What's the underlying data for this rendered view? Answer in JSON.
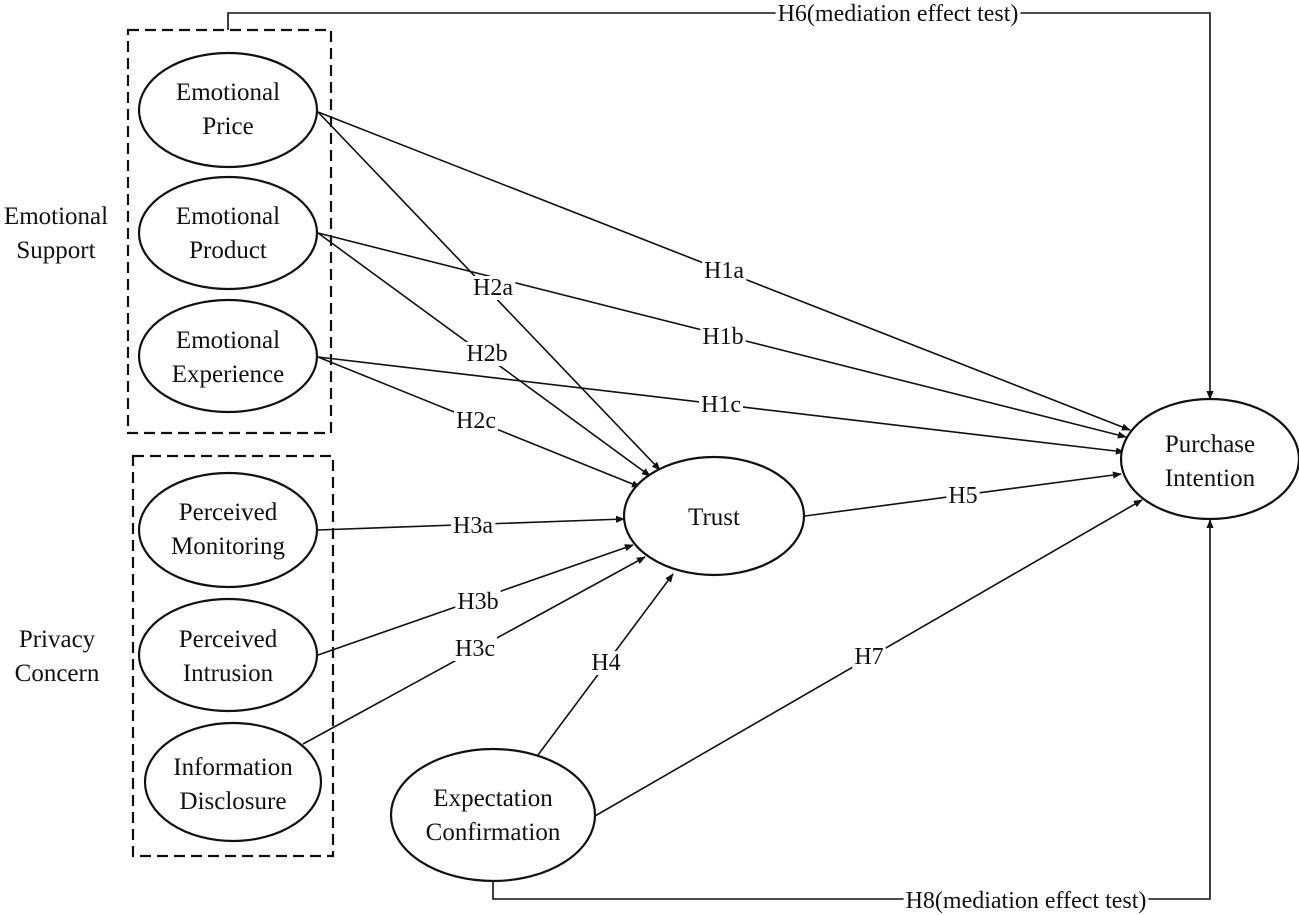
{
  "groups": {
    "emotional_support": {
      "line1": "Emotional",
      "line2": "Support"
    },
    "privacy_concern": {
      "line1": "Privacy",
      "line2": "Concern"
    }
  },
  "nodes": {
    "emotional_price": {
      "line1": "Emotional",
      "line2": "Price"
    },
    "emotional_product": {
      "line1": "Emotional",
      "line2": "Product"
    },
    "emotional_experience": {
      "line1": "Emotional",
      "line2": "Experience"
    },
    "perceived_monitoring": {
      "line1": "Perceived",
      "line2": "Monitoring"
    },
    "perceived_intrusion": {
      "line1": "Perceived",
      "line2": "Intrusion"
    },
    "information_disclosure": {
      "line1": "Information",
      "line2": "Disclosure"
    },
    "trust": {
      "line1": "Trust"
    },
    "purchase_intention": {
      "line1": "Purchase",
      "line2": "Intention"
    },
    "expectation_confirmation": {
      "line1": "Expectation",
      "line2": "Confirmation"
    }
  },
  "edges": {
    "h1a": "H1a",
    "h1b": "H1b",
    "h1c": "H1c",
    "h2a": "H2a",
    "h2b": "H2b",
    "h2c": "H2c",
    "h3a": "H3a",
    "h3b": "H3b",
    "h3c": "H3c",
    "h4": "H4",
    "h5": "H5",
    "h6": "H6(mediation effect test)",
    "h7": "H7",
    "h8": "H8(mediation effect test)"
  }
}
